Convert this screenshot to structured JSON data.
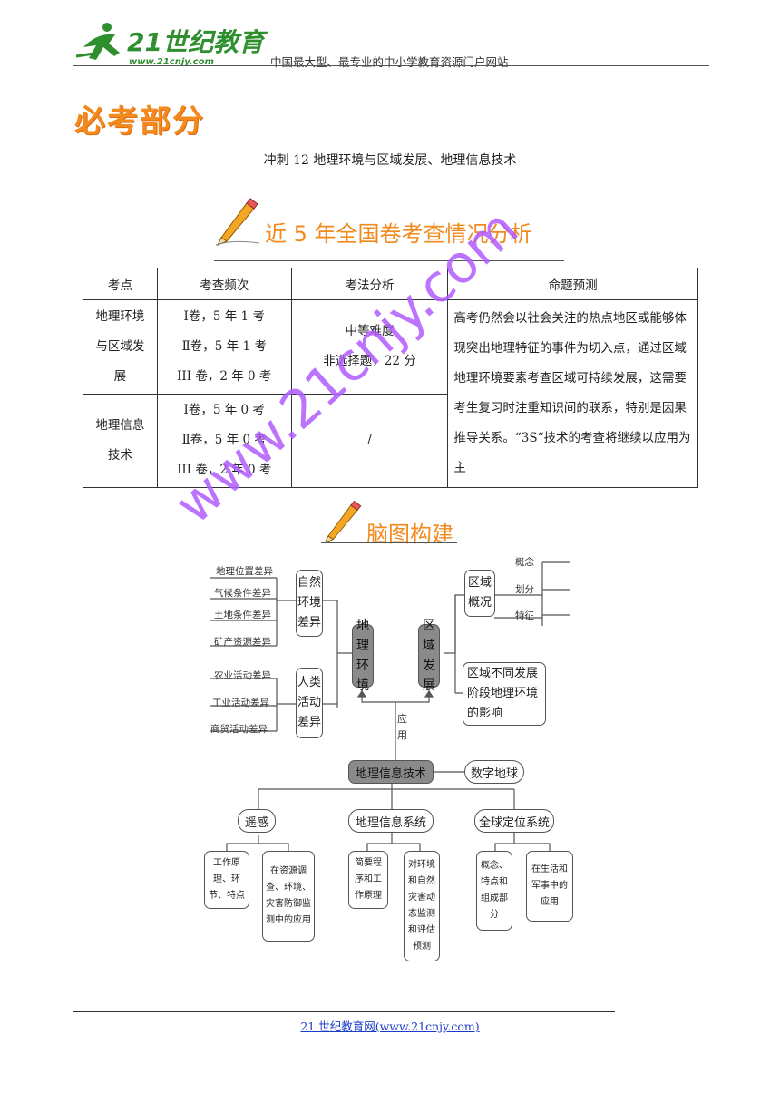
{
  "header": {
    "logo_text": "21世纪教育",
    "logo_url": "www.21cnjy.com",
    "tagline": "中国最大型、最专业的中小学教育资源门户网站"
  },
  "section_title": "必考部分",
  "subtitle": "冲刺 12  地理环境与区域发展、地理信息技术",
  "banner1": "近 5 年全国卷考查情况分析",
  "table": {
    "headers": [
      "考点",
      "考查频次",
      "考法分析",
      "命题预测"
    ],
    "rows": [
      {
        "topic": [
          "地理环境",
          "与区域发",
          "展"
        ],
        "freq": [
          "Ⅰ卷，5 年 1 考",
          "Ⅱ卷，5 年 1 考",
          "III 卷，2 年 0 考"
        ],
        "analysis": [
          "中等难度",
          "非选择题，22 分"
        ]
      },
      {
        "topic": [
          "地理信息",
          "技术"
        ],
        "freq": [
          "Ⅰ卷，5 年 0 考",
          "Ⅱ卷，5 年 0 考",
          "III 卷，2 年 0 考"
        ],
        "analysis": [
          "/"
        ]
      }
    ],
    "prediction": "高考仍然会以社会关注的热点地区或能够体现突出地理特征的事件为切入点，通过区域地理环境要素考查区域可持续发展，这需要考生复习时注重知识间的联系，特别是因果推导关系。“3S“技术的考查将继续以应用为主"
  },
  "banner2": "脑图构建",
  "mindmap": {
    "natural_factors": [
      "地理位置差异",
      "气候条件差异",
      "土地条件差异",
      "矿产资源差异"
    ],
    "natural_env": "自然环境差异",
    "human_factors": [
      "农业活动差异",
      "工业活动差异",
      "商贸活动差异"
    ],
    "human_act": "人类活动差异",
    "geo_env": "地理环境",
    "region_dev": "区域发展",
    "region_overview": "区域概况",
    "overview_items": [
      "概念",
      "划分",
      "特征"
    ],
    "region_stage": "区域不同发展阶段地理环境的影响",
    "apply": "应用",
    "git": "地理信息技术",
    "digital_earth": "数字地球",
    "rs": "遥感",
    "gis": "地理信息系统",
    "gps": "全球定位系统",
    "rs_a": "工作原理、环节、特点",
    "rs_b": "在资源调查、环境、灾害防御监测中的应用",
    "gis_a": "简要程序和工作原理",
    "gis_b": "对环境和自然灾害动态监测和评估预测",
    "gps_a": "概念、特点和组成部分",
    "gps_b": "在生活和军事中的应用"
  },
  "footer": "21 世纪教育网(www.21cnjy.com)",
  "watermark": "www.21cnjy.com",
  "colors": {
    "accent": "#f28a1e",
    "link": "#1a3cc8",
    "watermark": "#b15cff",
    "logo_green": "#2f8f2f"
  }
}
